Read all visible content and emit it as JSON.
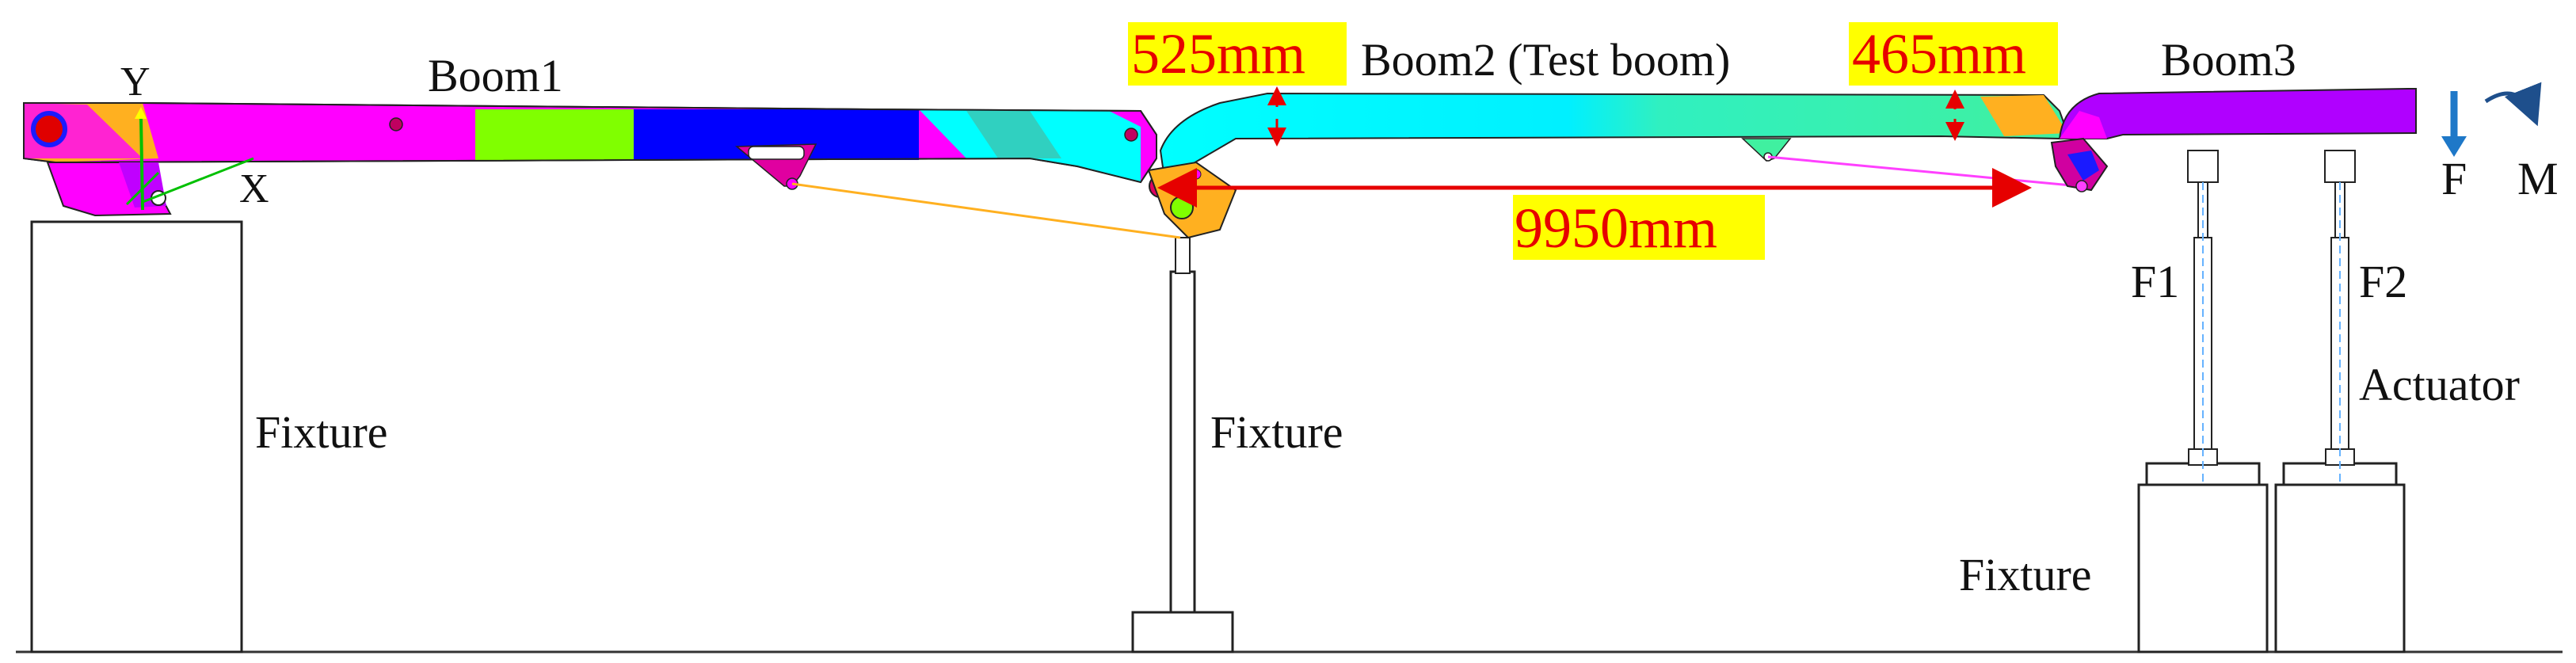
{
  "labels": {
    "boom1": "Boom1",
    "boom2": "Boom2 (Test boom)",
    "boom3": "Boom3",
    "axis_y": "Y",
    "axis_x": "X",
    "fixture_left": "Fixture",
    "fixture_middle": "Fixture",
    "fixture_right": "Fixture",
    "actuator": "Actuator",
    "f1": "F1",
    "f2": "F2",
    "force": "F",
    "moment": "M"
  },
  "dimensions": {
    "height_front": "525mm",
    "height_rear": "465mm",
    "span_length": "9950mm"
  },
  "colors": {
    "dimension_text": "#e60000",
    "dimension_highlight": "#ffff00",
    "force_arrow": "#1e78c8",
    "magenta": "#ff00ff",
    "green": "#80ff00",
    "blue": "#0000ff",
    "cyan": "#00ffff",
    "orange": "#ffb020",
    "purple": "#b000ff"
  }
}
